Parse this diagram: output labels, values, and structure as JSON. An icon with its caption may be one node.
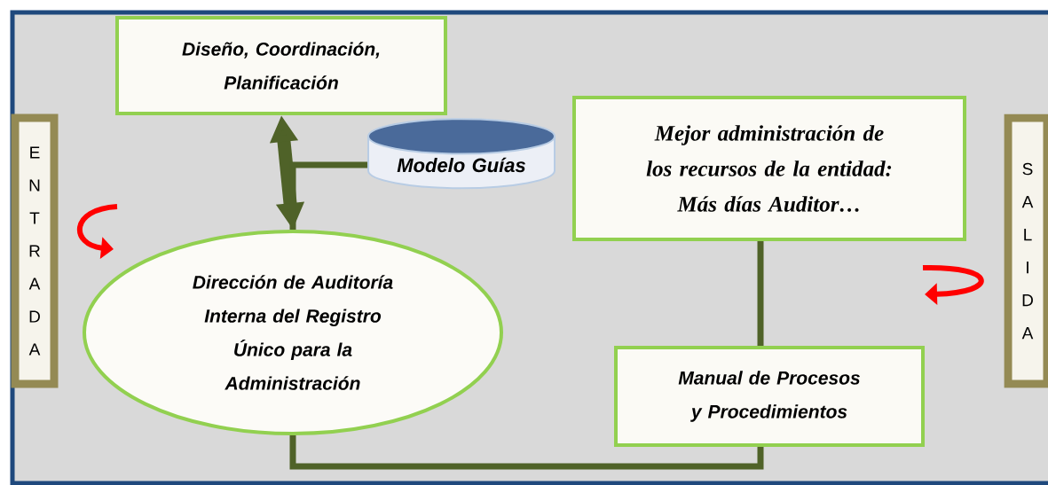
{
  "diagram": {
    "nodes": [
      {
        "text": [
          "E N T R A D A"
        ]
      },
      {
        "text": [
          "Diseño, Coordinación, Planificación"
        ]
      },
      {
        "text": [
          "Modelo Guías"
        ]
      },
      {
        "text": [
          "Mejor administración de los recursos de la entidad: Más días Auditor…"
        ]
      },
      {
        "text": [
          "Dirección de Auditoría Interna del Registro Único para la Administración"
        ]
      },
      {
        "text": [
          "Manual de Procesos y Procedimientos"
        ]
      },
      {
        "text": [
          "S A L I D A"
        ]
      }
    ],
    "edges": [
      {
        "from": 1,
        "to": 4,
        "arrow": "both",
        "style": "thick"
      },
      {
        "from": 2,
        "to": 4,
        "arrow": "none"
      },
      {
        "from": 3,
        "to": 5,
        "arrow": "none"
      },
      {
        "from": 4,
        "to": 5,
        "arrow": "none"
      }
    ]
  }
}
